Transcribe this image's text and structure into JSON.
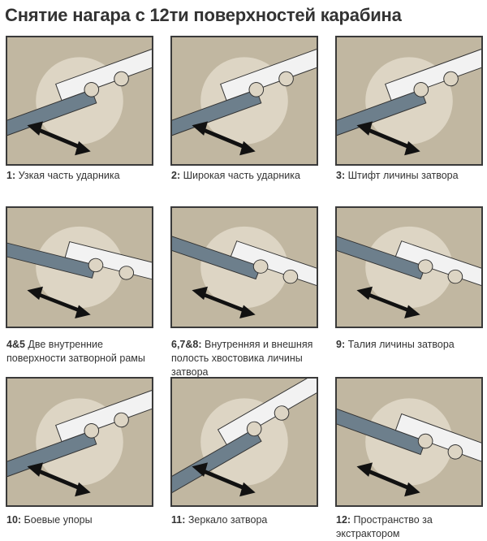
{
  "title": "Снятие нагара с 12ти поверхностей карабина",
  "panels": [
    {
      "num": "1:",
      "text": " Узкая часть ударника"
    },
    {
      "num": "2:",
      "text": " Широкая часть ударника"
    },
    {
      "num": "3:",
      "text": " Штифт личины затвора"
    },
    {
      "num": "4&5",
      "text": " Две внутренние поверхности затворной рамы"
    },
    {
      "num": "6,7&8:",
      "text": " Внутренняя и внешняя полость хвостовика личины затвора"
    },
    {
      "num": "9:",
      "text": " Талия личины затвора"
    },
    {
      "num": "10:",
      "text": " Боевые упоры"
    },
    {
      "num": "11:",
      "text": " Зеркало затвора"
    },
    {
      "num": "12:",
      "text": " Пространство за экстрактором"
    }
  ],
  "colors": {
    "panel": "#c1b7a1",
    "tool": "#f2f2f2",
    "part": "#6d7f8c",
    "arrow": "#111111"
  }
}
